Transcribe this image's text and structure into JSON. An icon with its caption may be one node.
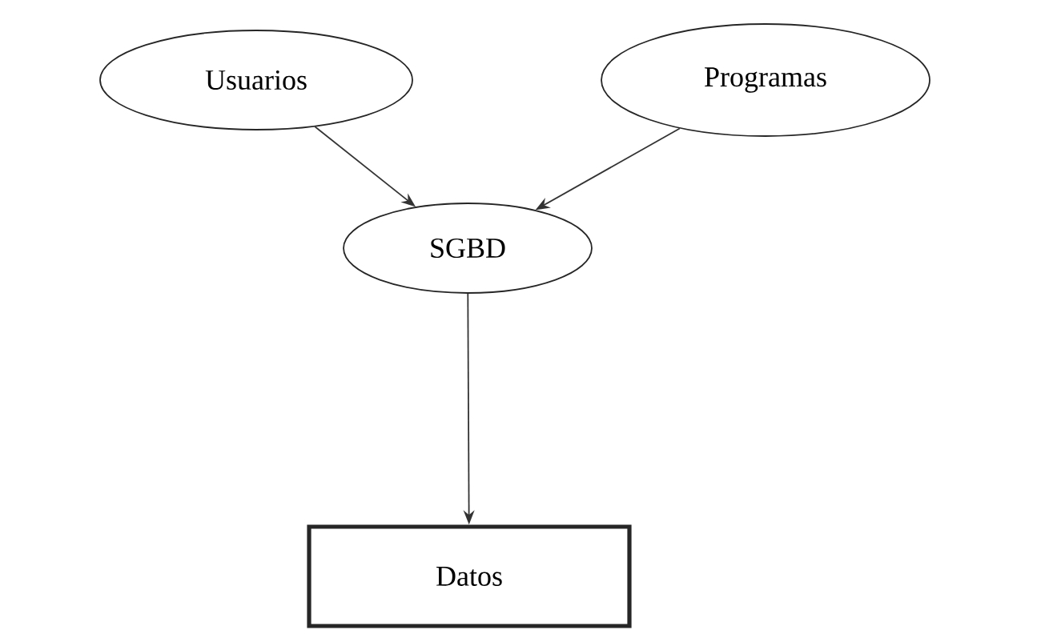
{
  "diagram": {
    "nodes": [
      {
        "text": [
          "Usuarios"
        ]
      },
      {
        "text": [
          "Programas"
        ]
      },
      {
        "text": [
          "SGBD"
        ]
      },
      {
        "text": [
          "Datos"
        ]
      }
    ],
    "edges": [
      {
        "from": 0,
        "to": 2,
        "arrow": "to"
      },
      {
        "from": 1,
        "to": 2,
        "arrow": "to"
      },
      {
        "from": 2,
        "to": 3,
        "arrow": "to"
      }
    ]
  }
}
